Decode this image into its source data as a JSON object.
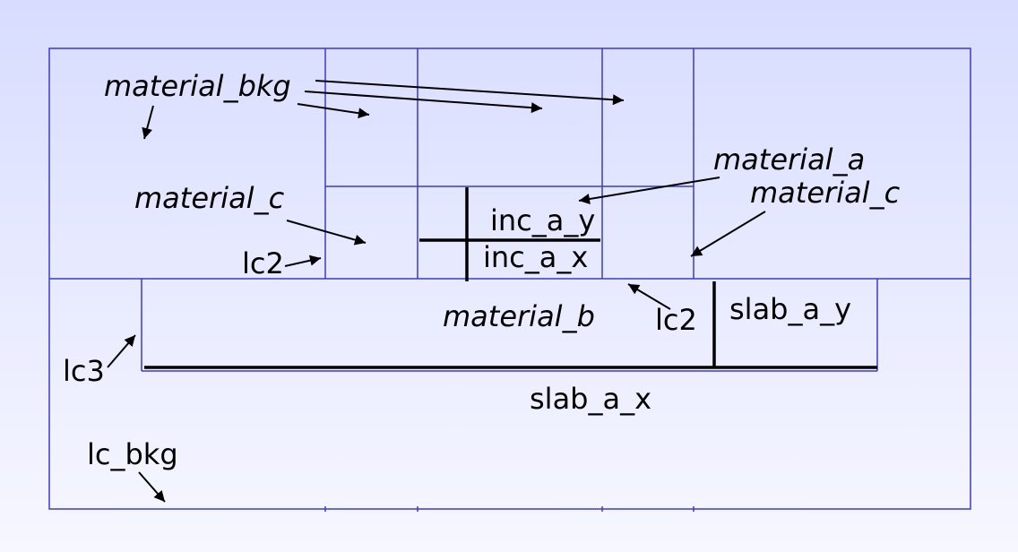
{
  "colors": {
    "grid_line": "#3a3ad0",
    "ink": "#000000",
    "background_top": "#d8dcff",
    "background_bottom": "#f6f7ff"
  },
  "labels": {
    "material_bkg": "material_bkg",
    "material_c_left": "material_c",
    "material_a": "material_a",
    "material_c_right": "material_c",
    "inc_a_y": "inc_a_y",
    "inc_a_x": "inc_a_x",
    "lc2_left": "lc2",
    "lc2_right": "lc2",
    "material_b": "material_b",
    "slab_a_y": "slab_a_y",
    "lc3": "lc3",
    "slab_a_x": "slab_a_x",
    "lc_bkg": "lc_bkg"
  }
}
